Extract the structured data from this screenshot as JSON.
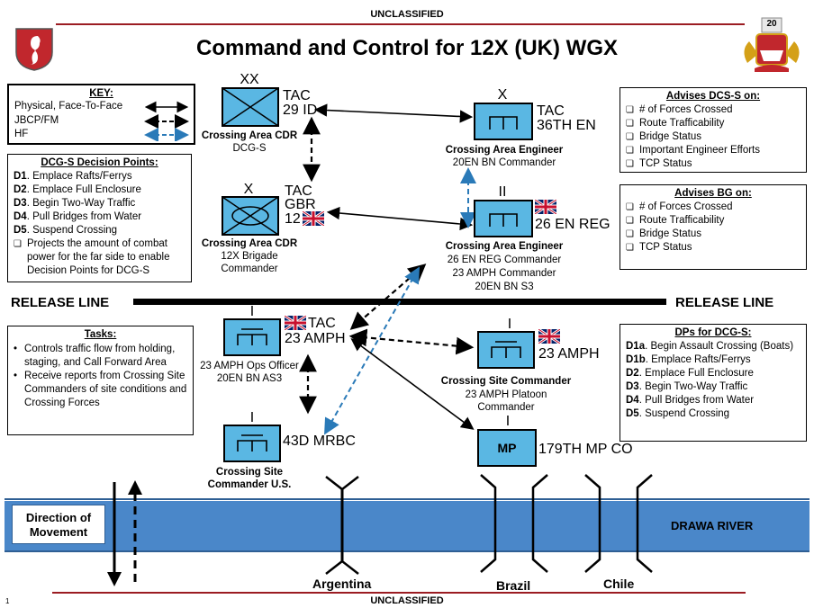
{
  "classification_top": "UNCLASSIFIED",
  "classification_bottom": "UNCLASSIFIED",
  "page_number": "1",
  "title": "Command and Control for 12X (UK) WGX",
  "badge_number": "20",
  "key": {
    "heading": "KEY:",
    "items": [
      "Physical, Face-To-Face",
      "JBCP/FM",
      "HF"
    ]
  },
  "dcgs_decision_points": {
    "heading": "DCG-S Decision Points:",
    "items": [
      {
        "code": "D1",
        "text": ". Emplace Rafts/Ferrys"
      },
      {
        "code": "D2",
        "text": ". Emplace Full Enclosure"
      },
      {
        "code": "D3",
        "text": ". Begin Two-Way Traffic"
      },
      {
        "code": "D4",
        "text": ". Pull Bridges from Water"
      },
      {
        "code": "D5",
        "text": ". Suspend Crossing"
      }
    ],
    "note": "Projects the amount of combat power for the far side to enable Decision Points for DCG-S"
  },
  "tasks": {
    "heading": "Tasks:",
    "items": [
      "Controls traffic flow from holding, staging, and Call Forward Area",
      "Receive reports from Crossing Site Commanders of site conditions and Crossing Forces"
    ]
  },
  "advises_dcgs": {
    "heading": "Advises DCS-S on:",
    "items": [
      "# of Forces Crossed",
      "Route Trafficability",
      "Bridge Status",
      "Important Engineer Efforts",
      "TCP Status"
    ]
  },
  "advises_bg": {
    "heading": "Advises BG on:",
    "items": [
      "# of Forces Crossed",
      "Route Trafficability",
      "Bridge Status",
      "TCP Status"
    ]
  },
  "dps_dcgs": {
    "heading": "DPs for DCG-S:",
    "items": [
      {
        "code": "D1a",
        "text": ". Begin Assault Crossing (Boats)"
      },
      {
        "code": "D1b",
        "text": ". Emplace Rafts/Ferrys"
      },
      {
        "code": "D2",
        "text": ". Emplace Full Enclosure"
      },
      {
        "code": "D3",
        "text": ". Begin Two-Way Traffic"
      },
      {
        "code": "D4",
        "text": ". Pull Bridges from Water"
      },
      {
        "code": "D5",
        "text": ". Suspend Crossing"
      }
    ]
  },
  "units": {
    "tac29": {
      "echelon": "XX",
      "tag_line1": "TAC",
      "tag_line2": "29 ID",
      "role": "Crossing Area CDR",
      "sub": "DCG-S"
    },
    "tac36": {
      "echelon": "X",
      "tag_line1": "TAC",
      "tag_line2": "36TH EN",
      "role": "Crossing Area Engineer",
      "sub": "20EN BN Commander"
    },
    "gbr12": {
      "echelon": "X",
      "tag_line1": "TAC",
      "tag_line2": "GBR",
      "tag_line3": "12",
      "role": "Crossing Area CDR",
      "sub1": "12X Brigade",
      "sub2": "Commander"
    },
    "en26": {
      "echelon": "II",
      "tag": "26 EN REG",
      "role": "Crossing Area Engineer",
      "sub1": "26 EN REG Commander",
      "sub2": "23 AMPH Commander",
      "sub3": "20EN BN S3"
    },
    "amph23tac": {
      "echelon": "I",
      "tag_line1": "TAC",
      "tag_line2": "23 AMPH",
      "sub1": "23 AMPH Ops Officer",
      "sub2": "20EN BN AS3"
    },
    "amph23site": {
      "echelon": "I",
      "tag": "23 AMPH",
      "role": "Crossing Site Commander",
      "sub1": "23 AMPH Platoon",
      "sub2": "Commander"
    },
    "mrbc43": {
      "echelon": "I",
      "tag": "43D MRBC",
      "role1": "Crossing Site",
      "role2": "Commander U.S."
    },
    "mp179": {
      "echelon": "I",
      "symbol": "MP",
      "tag": "179TH MP CO"
    }
  },
  "release_line": "RELEASE LINE",
  "direction_label": "Direction of Movement",
  "river_label": "DRAWA RIVER",
  "crossings": [
    "Argentina",
    "Brazil",
    "Chile"
  ],
  "colors": {
    "accent_red": "#9b1c22",
    "unit_fill": "#5ab7e3",
    "river": "#4a87c9",
    "hf_line": "#2a7ab8"
  }
}
